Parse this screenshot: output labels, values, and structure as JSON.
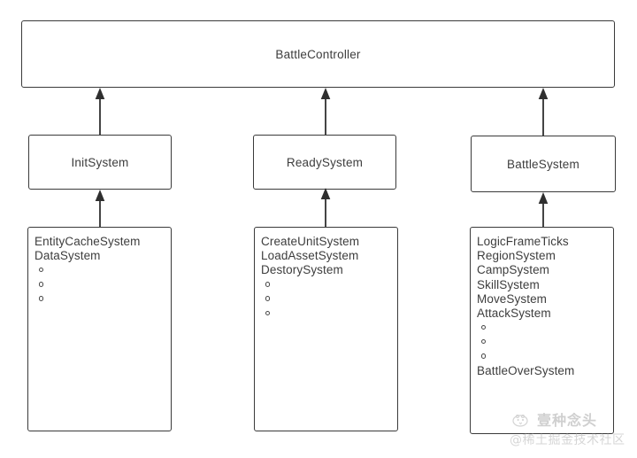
{
  "diagram": {
    "type": "class-hierarchy-diagram",
    "background_color": "#ffffff",
    "stroke_color": "#3a3a3a",
    "text_color": "#3d3d3d",
    "root": {
      "label": "BattleController"
    },
    "controllers": [
      {
        "label": "InitSystem"
      },
      {
        "label": "ReadySystem"
      },
      {
        "label": "BattleSystem"
      }
    ],
    "system_lists": [
      {
        "owner": "InitSystem",
        "lines": [
          {
            "text": "EntityCacheSystem",
            "bullet": false
          },
          {
            "text": "DataSystem",
            "bullet": false
          },
          {
            "text": "",
            "bullet": true
          },
          {
            "text": "",
            "bullet": true
          },
          {
            "text": "",
            "bullet": true
          }
        ]
      },
      {
        "owner": "ReadySystem",
        "lines": [
          {
            "text": "CreateUnitSystem",
            "bullet": false
          },
          {
            "text": "LoadAssetSystem",
            "bullet": false
          },
          {
            "text": "DestorySystem",
            "bullet": false
          },
          {
            "text": "",
            "bullet": true
          },
          {
            "text": "",
            "bullet": true
          },
          {
            "text": "",
            "bullet": true
          }
        ]
      },
      {
        "owner": "BattleSystem",
        "lines": [
          {
            "text": "LogicFrameTicks",
            "bullet": false
          },
          {
            "text": "RegionSystem",
            "bullet": false
          },
          {
            "text": "CampSystem",
            "bullet": false
          },
          {
            "text": "SkillSystem",
            "bullet": false
          },
          {
            "text": "MoveSystem",
            "bullet": false
          },
          {
            "text": "AttackSystem",
            "bullet": false
          },
          {
            "text": "",
            "bullet": true
          },
          {
            "text": "",
            "bullet": true
          },
          {
            "text": "",
            "bullet": true
          },
          {
            "text": "BattleOverSystem",
            "bullet": false
          }
        ]
      }
    ]
  },
  "watermark": {
    "title": "壹种念头",
    "handle": "@稀土掘金技术社区"
  }
}
